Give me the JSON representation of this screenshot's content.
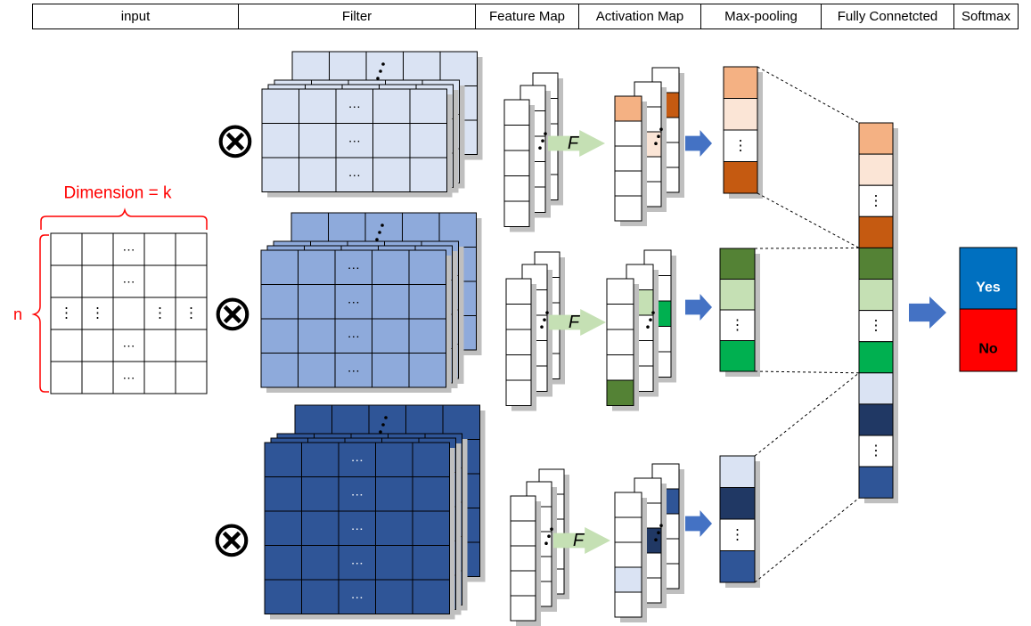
{
  "header": {
    "columns": [
      "input",
      "Filter",
      "Feature Map",
      "Activation Map",
      "Max-pooling",
      "Fully Connetcted",
      "Softmax"
    ]
  },
  "input": {
    "dimension_label": "Dimension = k",
    "n_label": "n",
    "ellipsis": "⋯",
    "vellipsis": "⋮"
  },
  "operator_symbol": "⊗",
  "activation_symbol": "F",
  "softmax": {
    "yes_label": "Yes",
    "no_label": "No",
    "yes_color": "#0070c0",
    "no_color": "#ff0000"
  },
  "colors": {
    "filter_light": "#dae3f3",
    "filter_mid": "#8eaadb",
    "filter_dark": "#2f5597",
    "arrow_blue": "#4472c4",
    "arrow_green": "#c5e0b4",
    "brace_red": "#ff0000",
    "orange_light": "#f4b183",
    "orange_pale": "#fbe5d6",
    "orange_dark": "#c55a11",
    "green_dark": "#548235",
    "green_light": "#c5e0b4",
    "green_bright": "#00b050",
    "blue_pale": "#dae3f3",
    "navy": "#203864",
    "blue_mid": "#2f5597"
  },
  "fully_connected_cells": [
    "orange_light",
    "orange_pale",
    "dots",
    "orange_dark",
    "green_dark",
    "green_light",
    "dots",
    "green_bright",
    "blue_pale",
    "navy",
    "dots",
    "blue_mid"
  ],
  "pooling_rows": [
    [
      "orange_light",
      "orange_pale",
      "dots",
      "orange_dark"
    ],
    [
      "green_dark",
      "green_light",
      "dots",
      "green_bright"
    ],
    [
      "blue_pale",
      "navy",
      "dots",
      "blue_mid"
    ]
  ]
}
